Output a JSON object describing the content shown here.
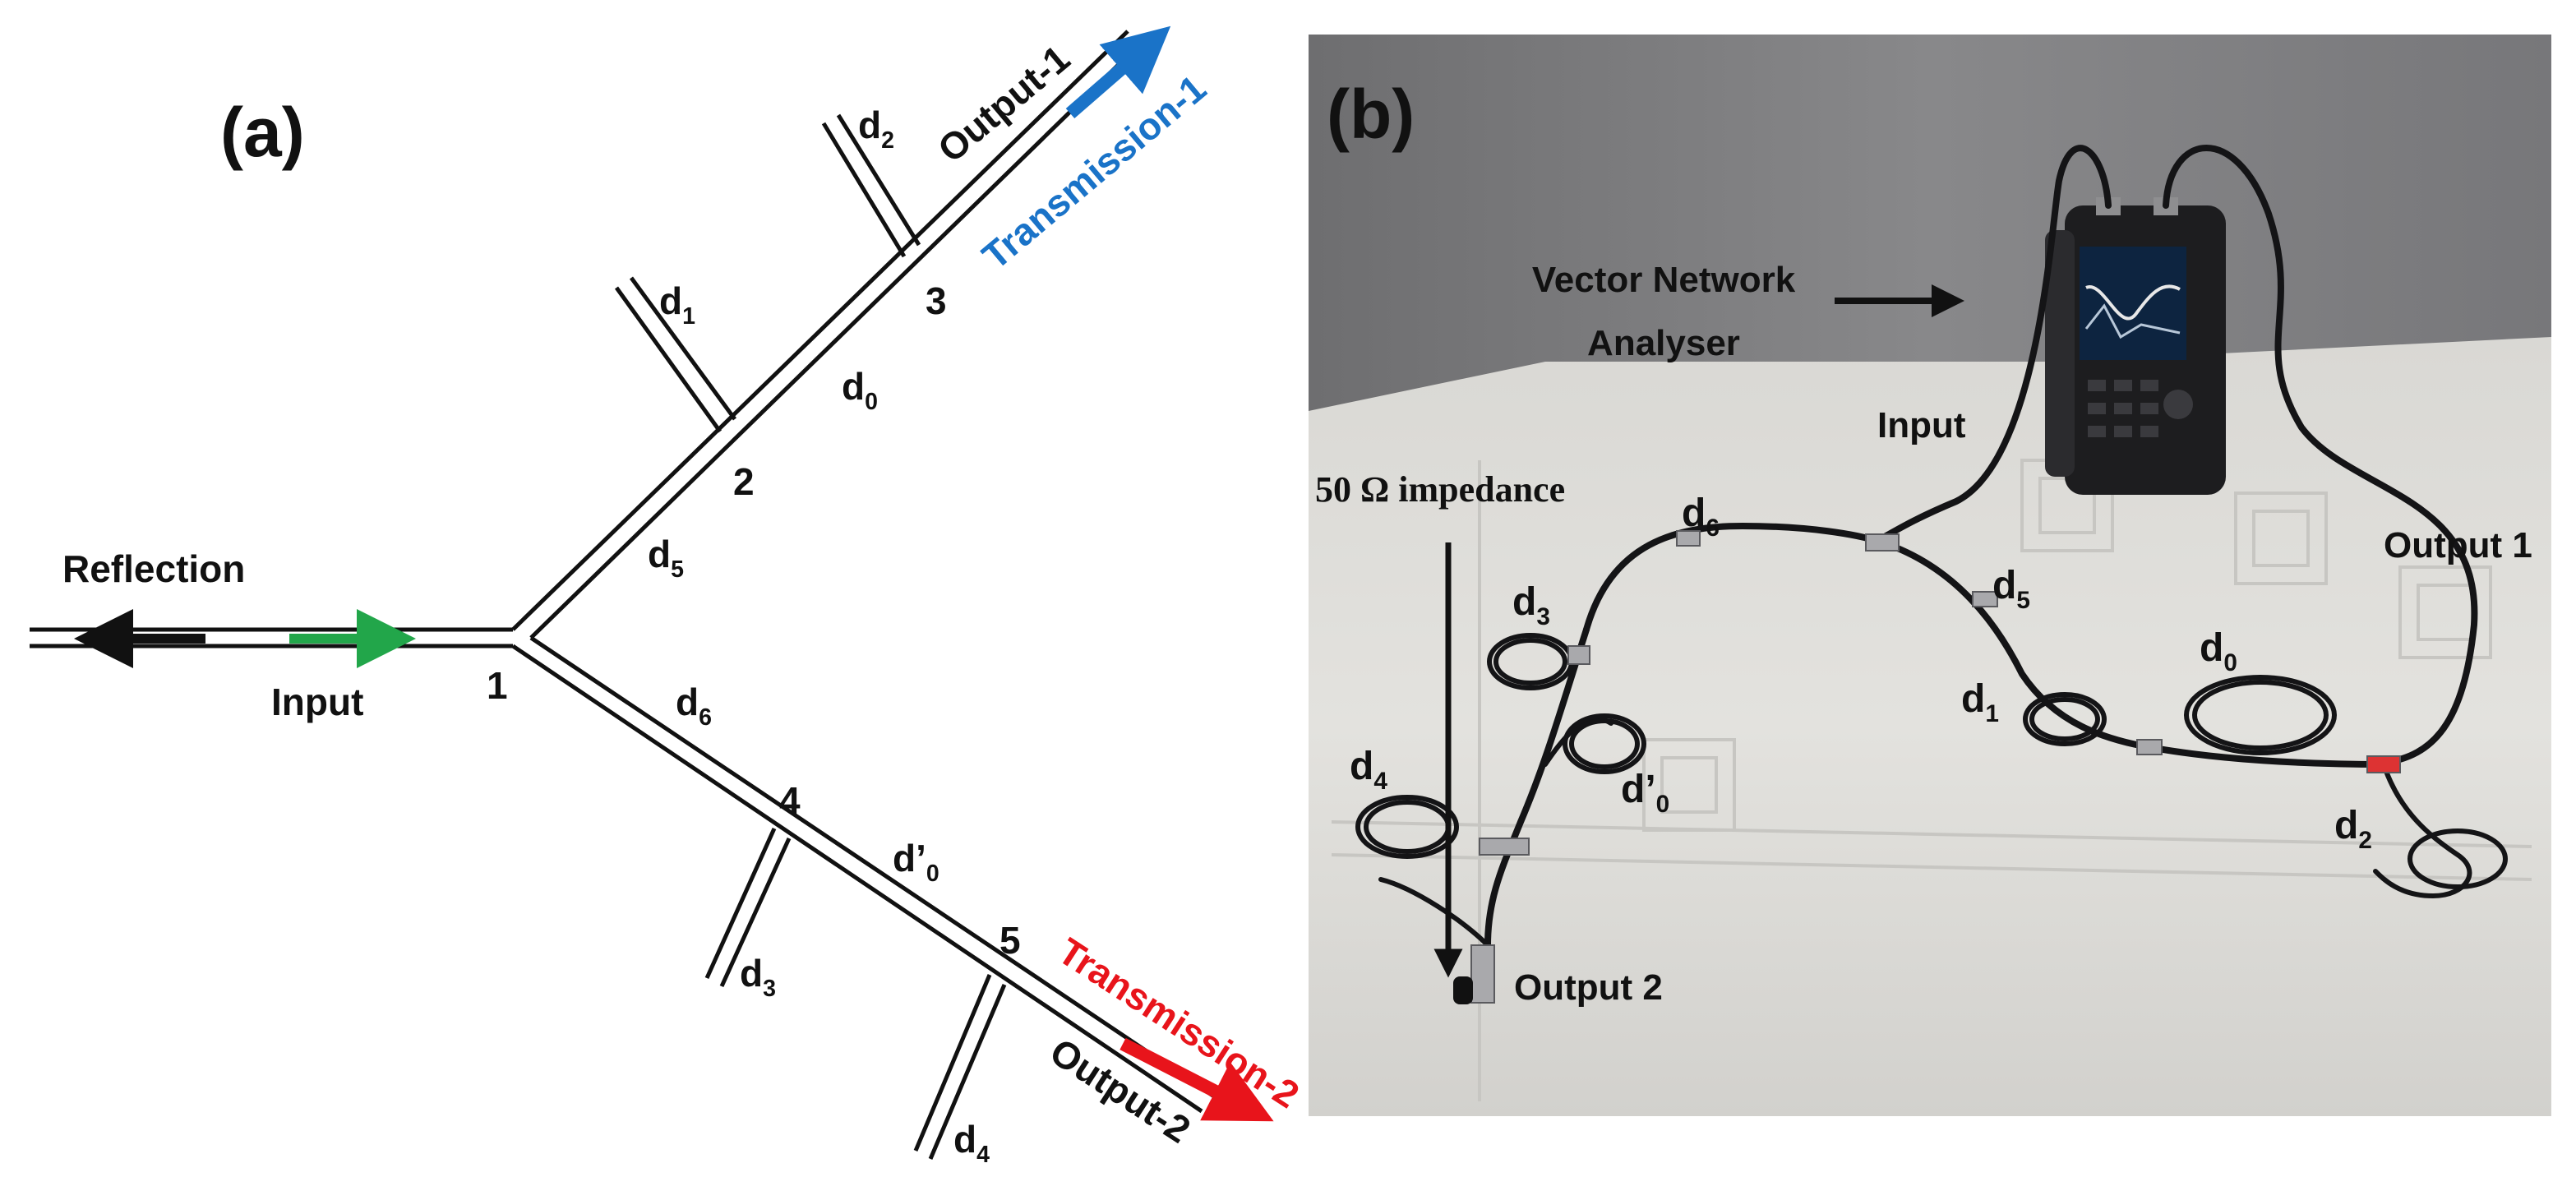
{
  "panel_a": {
    "label": "(a)",
    "reflection": "Reflection",
    "input": "Input",
    "output_1": "Output-1",
    "output_2": "Output-2",
    "transmission_1": "Transmission-1",
    "transmission_2": "Transmission-2",
    "nodes": [
      "1",
      "2",
      "3",
      "4",
      "5"
    ],
    "segments": {
      "d0": {
        "main": "d",
        "sub": "0"
      },
      "d1": {
        "main": "d",
        "sub": "1"
      },
      "d2": {
        "main": "d",
        "sub": "2"
      },
      "d3": {
        "main": "d",
        "sub": "3"
      },
      "d4": {
        "main": "d",
        "sub": "4"
      },
      "d5": {
        "main": "d",
        "sub": "5"
      },
      "d6": {
        "main": "d",
        "sub": "6"
      },
      "d0p": {
        "main": "d’",
        "sub": "0"
      }
    }
  },
  "panel_b": {
    "label": "(b)",
    "vna_line1": "Vector Network",
    "vna_line2": "Analyser",
    "input": "Input",
    "impedance": "50 Ω impedance",
    "output_1": "Output 1",
    "output_2": "Output 2",
    "segments": {
      "d0": {
        "main": "d",
        "sub": "0"
      },
      "d1": {
        "main": "d",
        "sub": "1"
      },
      "d2": {
        "main": "d",
        "sub": "2"
      },
      "d3": {
        "main": "d",
        "sub": "3"
      },
      "d4": {
        "main": "d",
        "sub": "4"
      },
      "d5": {
        "main": "d",
        "sub": "5"
      },
      "d6": {
        "main": "d",
        "sub": "6"
      },
      "d0p": {
        "main": "d’",
        "sub": "0"
      }
    }
  },
  "colors": {
    "transmission_1": "#1a73c8",
    "transmission_2": "#e8141b",
    "input_arrow": "#22a64a",
    "reflection_arrow": "#111111"
  }
}
